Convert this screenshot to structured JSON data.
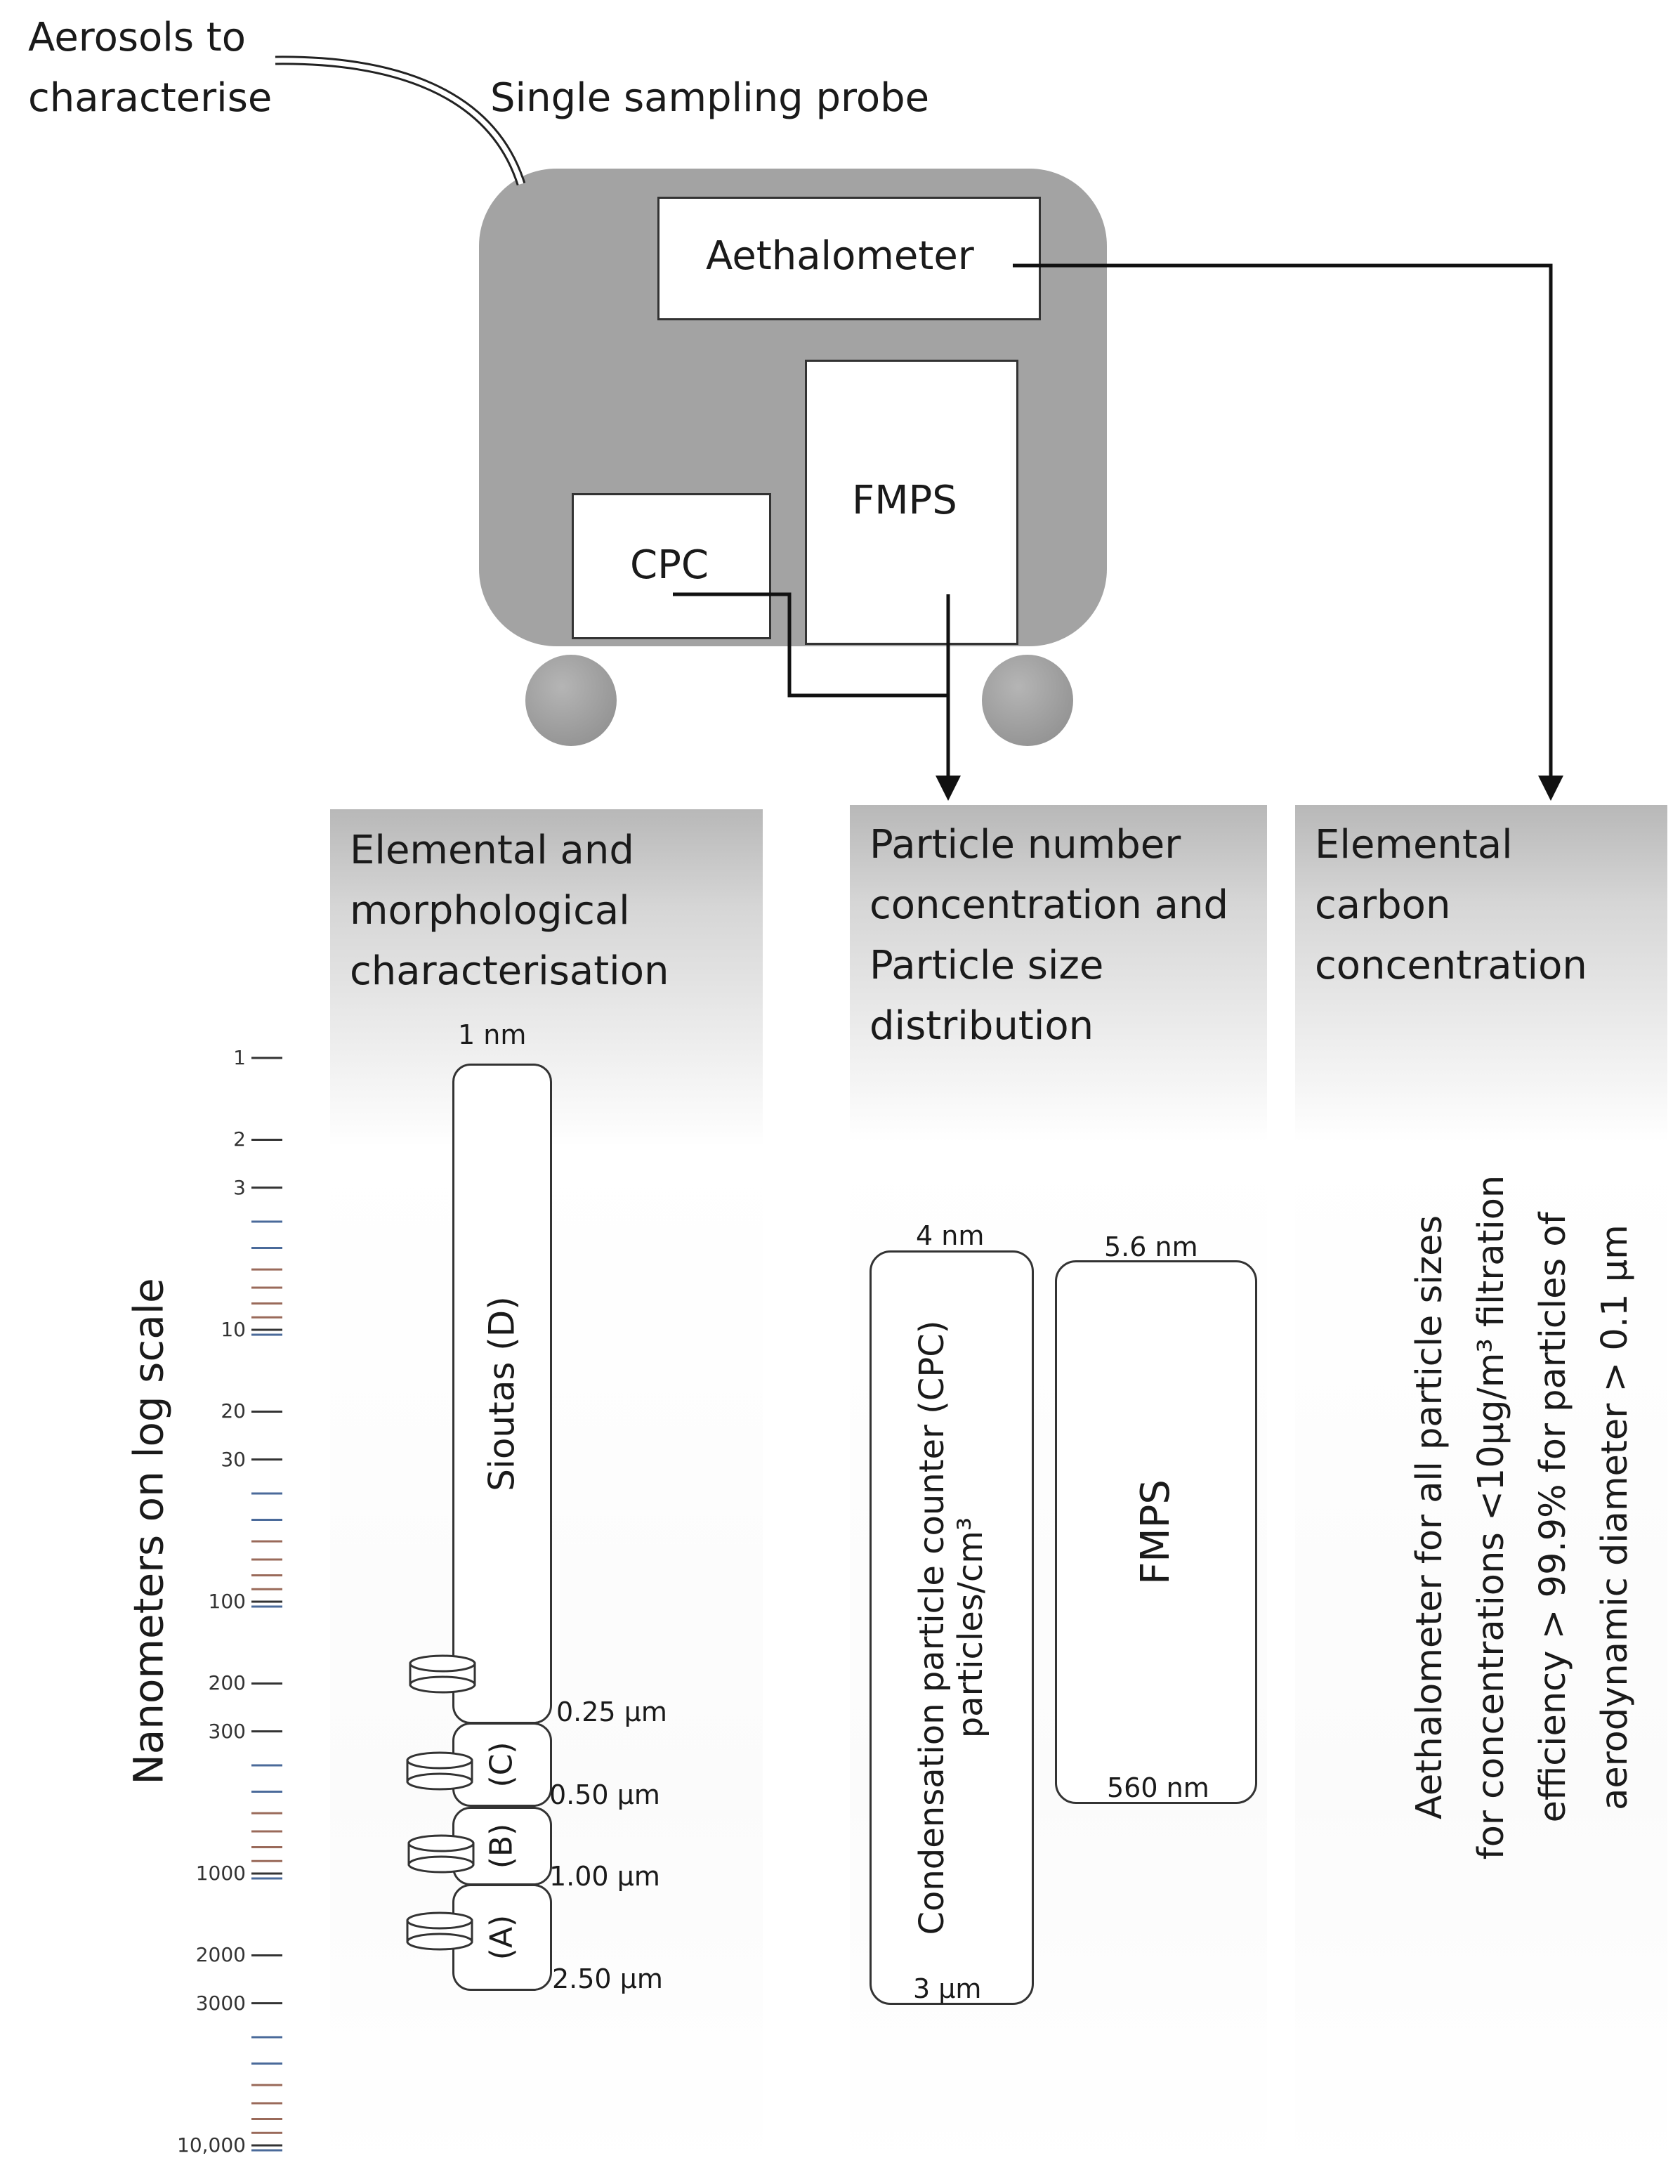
{
  "top_labels": {
    "aerosols_line1": "Aerosols to",
    "aerosols_line2": "characterise",
    "probe": "Single sampling probe"
  },
  "device": {
    "aethalometer": "Aethalometer",
    "fmps": "FMPS",
    "cpc": "CPC"
  },
  "panels": {
    "elemental": [
      "Elemental and",
      "morphological",
      "characterisation"
    ],
    "particle_number": [
      "Particle number",
      "concentration and",
      "Particle size",
      "distribution"
    ],
    "carbon": [
      "Elemental",
      "carbon",
      "concentration"
    ]
  },
  "axis": {
    "label": "Nanometers on log scale",
    "ticks": [
      {
        "value": 1,
        "label": "1"
      },
      {
        "value": 2,
        "label": "2"
      },
      {
        "value": 3,
        "label": "3"
      },
      {
        "value": 10,
        "label": "10"
      },
      {
        "value": 20,
        "label": "20"
      },
      {
        "value": 30,
        "label": "30"
      },
      {
        "value": 100,
        "label": "100"
      },
      {
        "value": 200,
        "label": "200"
      },
      {
        "value": 300,
        "label": "300"
      },
      {
        "value": 1000,
        "label": "1000"
      },
      {
        "value": 2000,
        "label": "2000"
      },
      {
        "value": 3000,
        "label": "3000"
      },
      {
        "value": 10000,
        "label": "10,000"
      }
    ],
    "colors": {
      "blue": "#4a6a9a",
      "brown": "#9a6a5a",
      "dark": "#333333"
    }
  },
  "sioutas": {
    "stage_d": "Sioutas (D)",
    "stage_c": "(C)",
    "stage_b": "(B)",
    "stage_a": "(A)",
    "top_label": "1 nm",
    "cut_d": "0.25 µm",
    "cut_c": "0.50 µm",
    "cut_b": "1.00 µm",
    "cut_a": "2.50 µm"
  },
  "cpc": {
    "line1": "Condensation particle counter (CPC)",
    "line2": "particles/cm³",
    "top_label": "4 nm",
    "bottom_label": "3 µm"
  },
  "fmps_range": {
    "label": "FMPS",
    "top_label": "5.6 nm",
    "bottom_label": "560 nm"
  },
  "aethalometer_note": [
    "Aethalometer for all particle sizes",
    "for concentrations <10µg/m³ filtration",
    "efficiency > 99.9% for particles of",
    "aerodynamic diameter > 0.1 µm"
  ]
}
